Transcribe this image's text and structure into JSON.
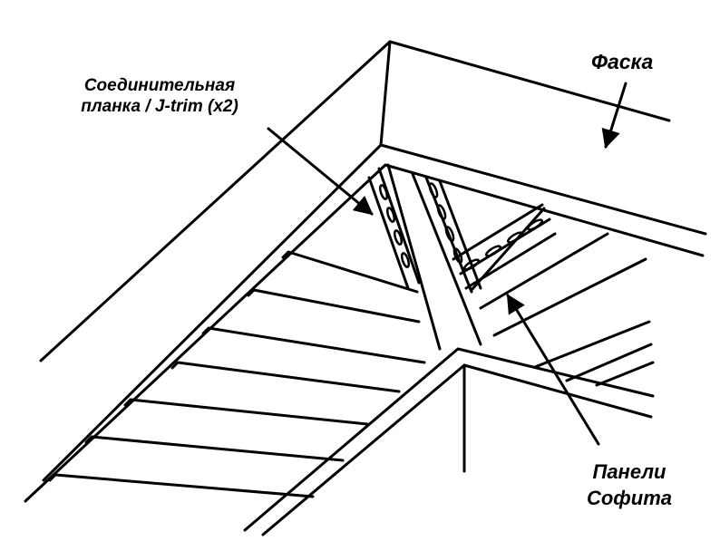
{
  "labels": {
    "jtrim": {
      "line1": "Соединительная",
      "line2": "планка / J-trim (x2)"
    },
    "fascia": "Фаска",
    "soffit": {
      "line1": "Панели",
      "line2": "Софита"
    }
  },
  "colors": {
    "ink": "#000000",
    "paper": "#ffffff"
  }
}
